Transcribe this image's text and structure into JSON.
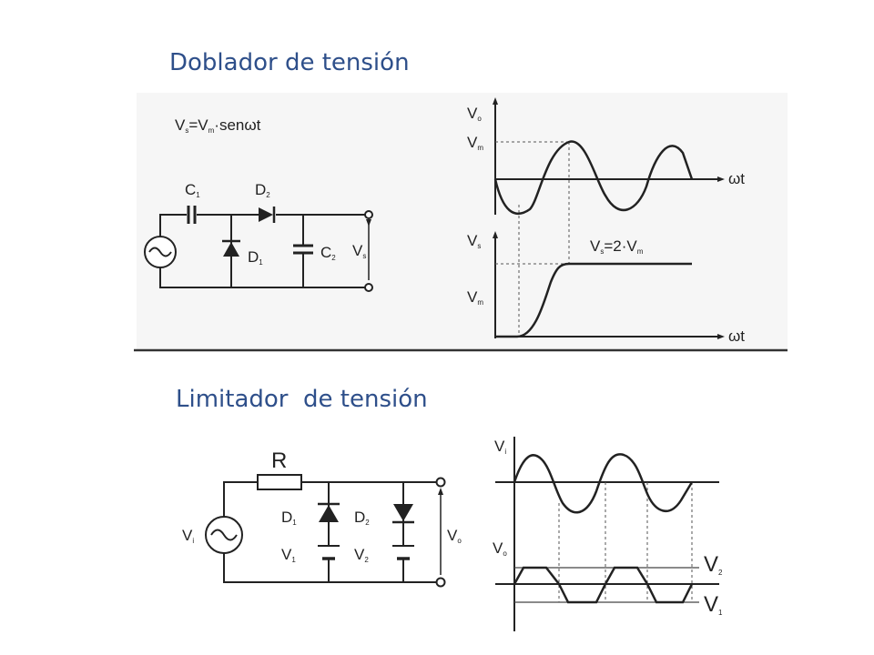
{
  "slide": {
    "title_doubler": "Doblador de tensión",
    "title_limiter": "Limitador  de tensión"
  },
  "doubler": {
    "equation": {
      "a": "V",
      "a_sub": "s",
      "b": "=V",
      "b_sub": "m",
      "c": "·senωt"
    },
    "components": {
      "c1": "C",
      "c1_sub": "1",
      "d2": "D",
      "d2_sub": "2",
      "d1": "D",
      "d1_sub": "1",
      "c2": "C",
      "c2_sub": "2",
      "vout": "V",
      "vout_sub": "s"
    },
    "graph": {
      "top_axis": "V",
      "top_axis_sub": "o",
      "top_peak": "V",
      "top_peak_sub": "m",
      "x_axis": "ωt",
      "bot_axis": "V",
      "bot_axis_sub": "s",
      "bot_level": "V",
      "bot_level_sub": "m",
      "result": "V",
      "result_sub": "s",
      "result_rest": "=2·V",
      "result_rest_sub": "m"
    }
  },
  "limiter": {
    "components": {
      "r": "R",
      "vin": "V",
      "vin_sub": "i",
      "d1": "D",
      "d1_sub": "1",
      "d2": "D",
      "d2_sub": "2",
      "v1": "V",
      "v1_sub": "1",
      "v2": "V",
      "v2_sub": "2",
      "vout": "V",
      "vout_sub": "o"
    },
    "graph": {
      "in_axis": "V",
      "in_axis_sub": "i",
      "out_axis": "V",
      "out_axis_sub": "o",
      "level_hi": "V",
      "level_hi_sub": "2",
      "level_lo": "V",
      "level_lo_sub": "1"
    }
  }
}
